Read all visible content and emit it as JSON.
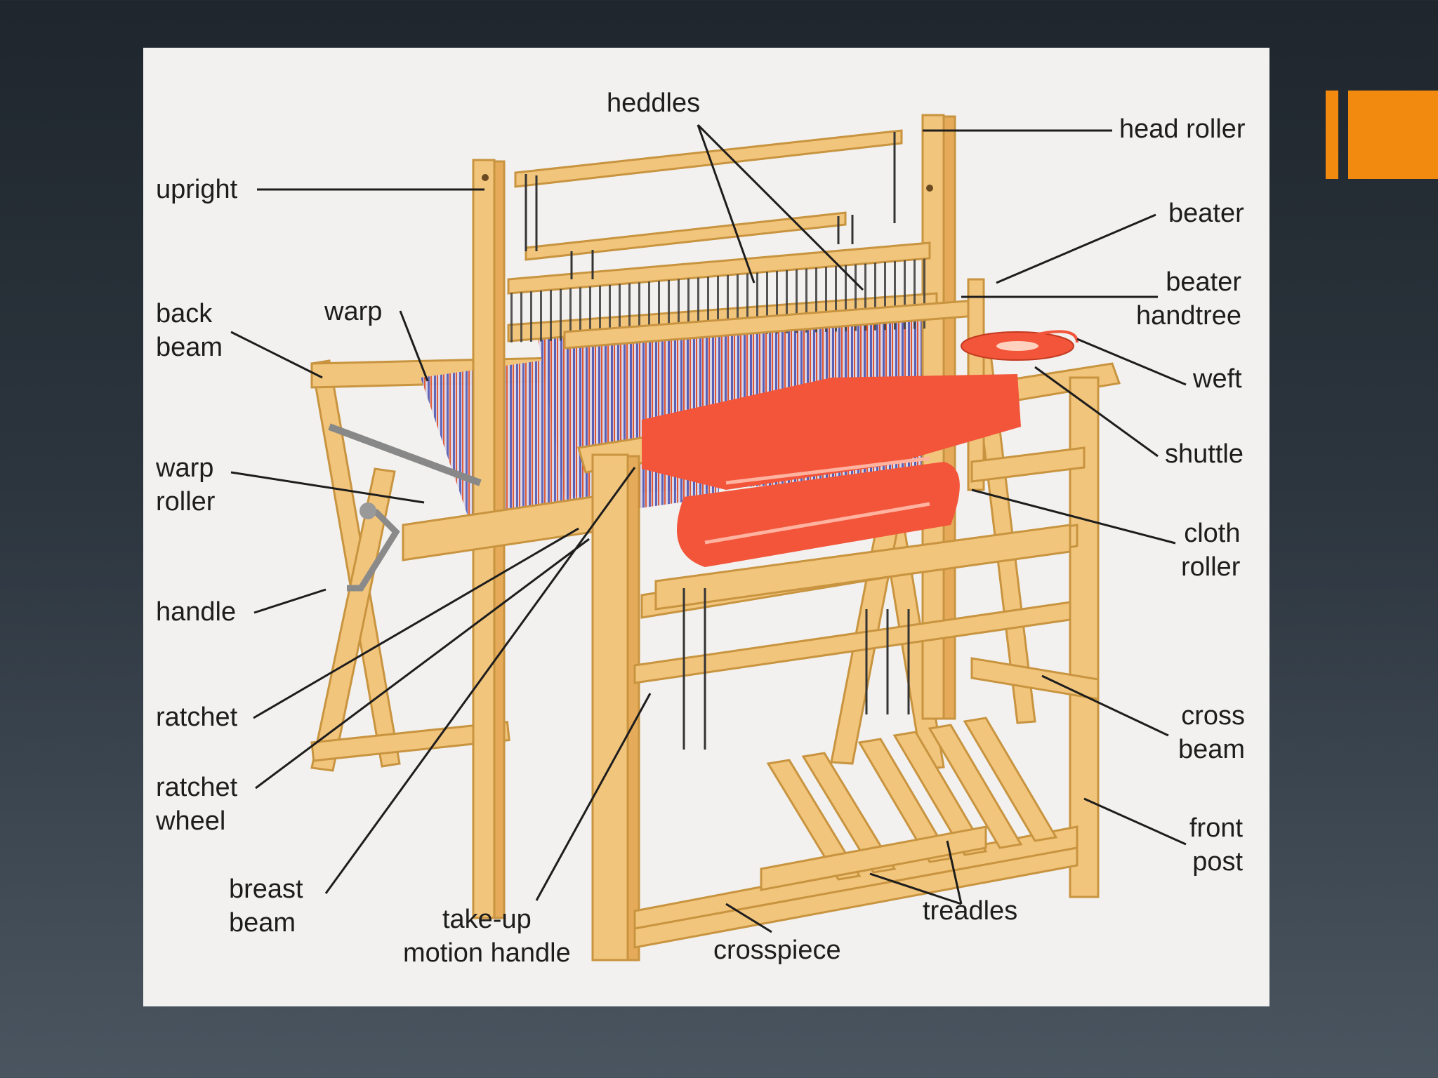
{
  "slide": {
    "accent_color": "#f28a0f",
    "background_color": "#2a3138"
  },
  "diagram": {
    "labels": {
      "heddles": "heddles",
      "head_roller": "head roller",
      "upright": "upright",
      "beater": "beater",
      "beater_handtree": "beater\nhandtree",
      "back_beam": "back\nbeam",
      "warp": "warp",
      "weft": "weft",
      "shuttle": "shuttle",
      "warp_roller": "warp\nroller",
      "cloth_roller": "cloth\nroller",
      "handle": "handle",
      "ratchet": "ratchet",
      "cross_beam": "cross\nbeam",
      "ratchet_wheel": "ratchet\nwheel",
      "front_post": "front\npost",
      "breast_beam": "breast\nbeam",
      "take_up_motion_handle": "take-up\nmotion handle",
      "crosspiece": "crosspiece",
      "treadles": "treadles"
    },
    "colors": {
      "wood": "#f2c57c",
      "wood_edge": "#c8943f",
      "cloth": "#f2553a",
      "warp_blue": "#5a5fb4",
      "leader": "#1d1d1d"
    }
  }
}
